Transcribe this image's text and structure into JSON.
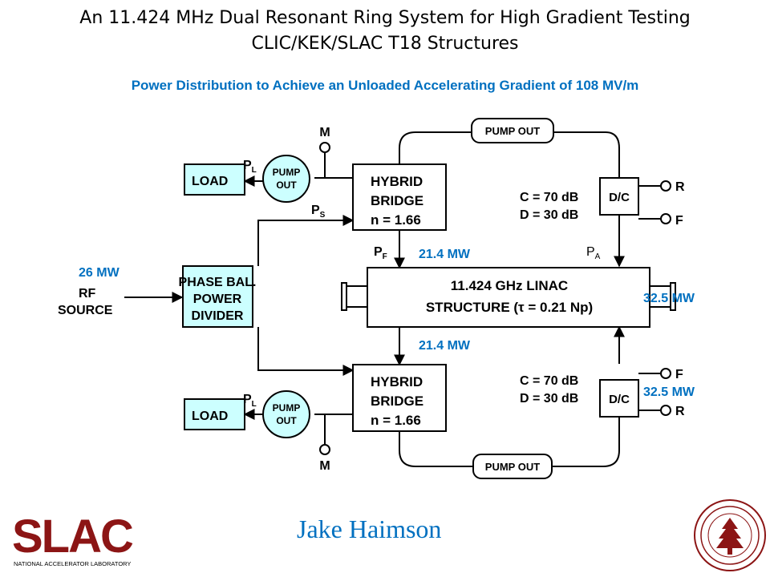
{
  "header": {
    "title_line1": "An 11.424 MHz Dual Resonant Ring System for High Gradient Testing",
    "title_line2": "CLIC/KEK/SLAC T18 Structures",
    "subtitle": "Power Distribution to Achieve an Unloaded Accelerating Gradient of 108 MV/m"
  },
  "diagram": {
    "load": "LOAD",
    "pump_top": "PUMP",
    "pump_bottom": "OUT",
    "pump_out": "PUMP OUT",
    "hybrid_1": "HYBRID",
    "hybrid_2": "BRIDGE",
    "hybrid_3": "n = 1.66",
    "phase_1": "PHASE BAL.",
    "phase_2": "POWER",
    "phase_3": "DIVIDER",
    "linac_1": "11.424 GHz LINAC",
    "linac_2": "STRUCTURE  (τ = 0.21 Np)",
    "coupler_c": "C = 70 dB",
    "coupler_d": "D = 30 dB",
    "dc": "D/C",
    "m": "M",
    "r": "R",
    "f": "F",
    "rf_1": "RF",
    "rf_2": "SOURCE",
    "pl": "P",
    "pl_sub": "L",
    "ps": "P",
    "ps_sub": "S",
    "pf": "P",
    "pf_sub": "F",
    "pa": "P",
    "pa_sub": "A",
    "power_source": "26 MW",
    "power_top": "21.4 MW",
    "power_bottom": "21.4 MW",
    "power_right_top": "32.5 MW",
    "power_right_bottom": "32.5 MW"
  },
  "footer": {
    "author": "Jake Haimson",
    "logo_text": "SLAC",
    "logo_sub": "NATIONAL ACCELERATOR LABORATORY"
  },
  "colors": {
    "accent_blue": "#0070c0",
    "box_fill": "#ccffff",
    "slac_red": "#8c1515"
  }
}
